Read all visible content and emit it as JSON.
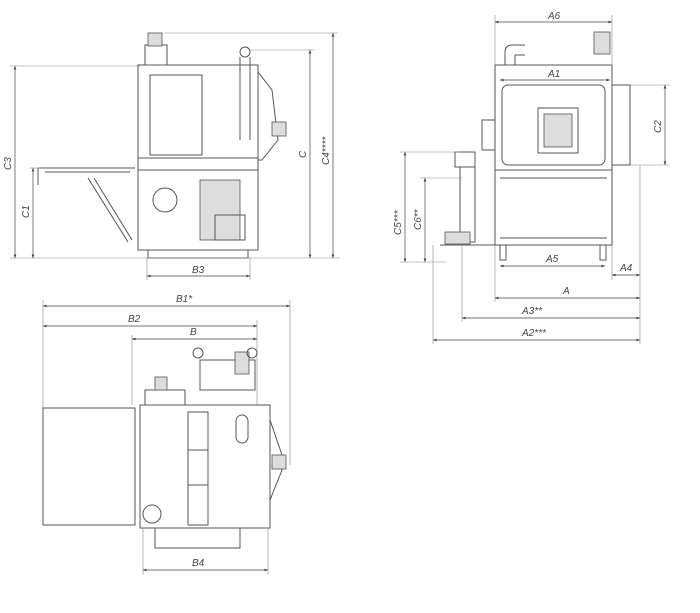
{
  "side_view": {
    "dims": {
      "c3": "C3",
      "c1": "C1",
      "c": "C",
      "c4": "C4****",
      "b3": "B3"
    }
  },
  "top_view": {
    "dims": {
      "b1": "B1*",
      "b2": "B2",
      "b": "B",
      "b4": "B4"
    }
  },
  "front_view": {
    "dims": {
      "a6": "A6",
      "a1": "A1",
      "c2": "C2",
      "c5": "C5***",
      "c6": "C6**",
      "a5": "A5",
      "a4": "A4",
      "a": "A",
      "a3": "A3**",
      "a2": "A2***"
    }
  }
}
